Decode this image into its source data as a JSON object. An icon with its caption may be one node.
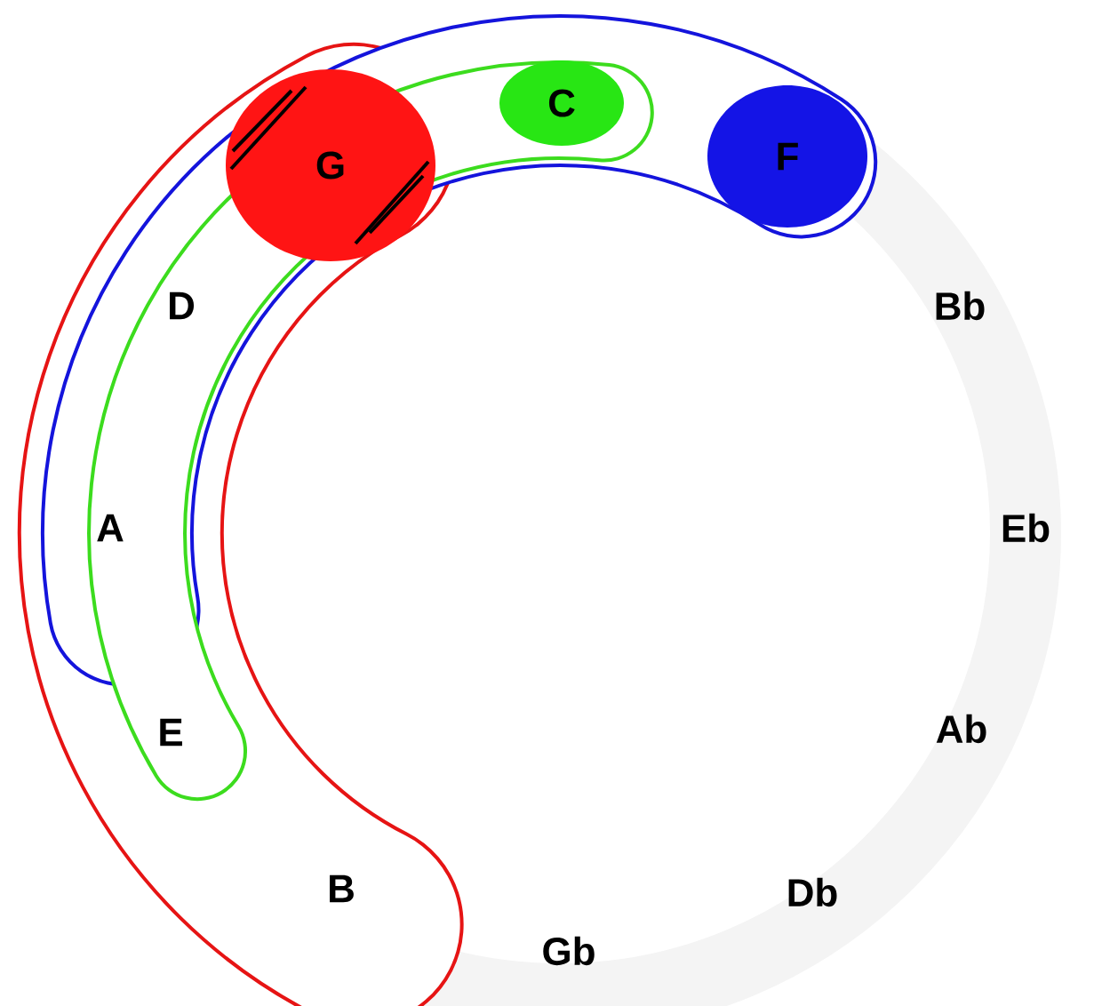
{
  "diagram": {
    "nodes": [
      {
        "text": [
          "C"
        ]
      },
      {
        "text": [
          "G"
        ]
      },
      {
        "text": [
          "F"
        ]
      }
    ],
    "edges": [],
    "labels": [
      "D",
      "Bb",
      "A",
      "Eb",
      "E",
      "Ab",
      "B",
      "Db",
      "Gb"
    ]
  }
}
